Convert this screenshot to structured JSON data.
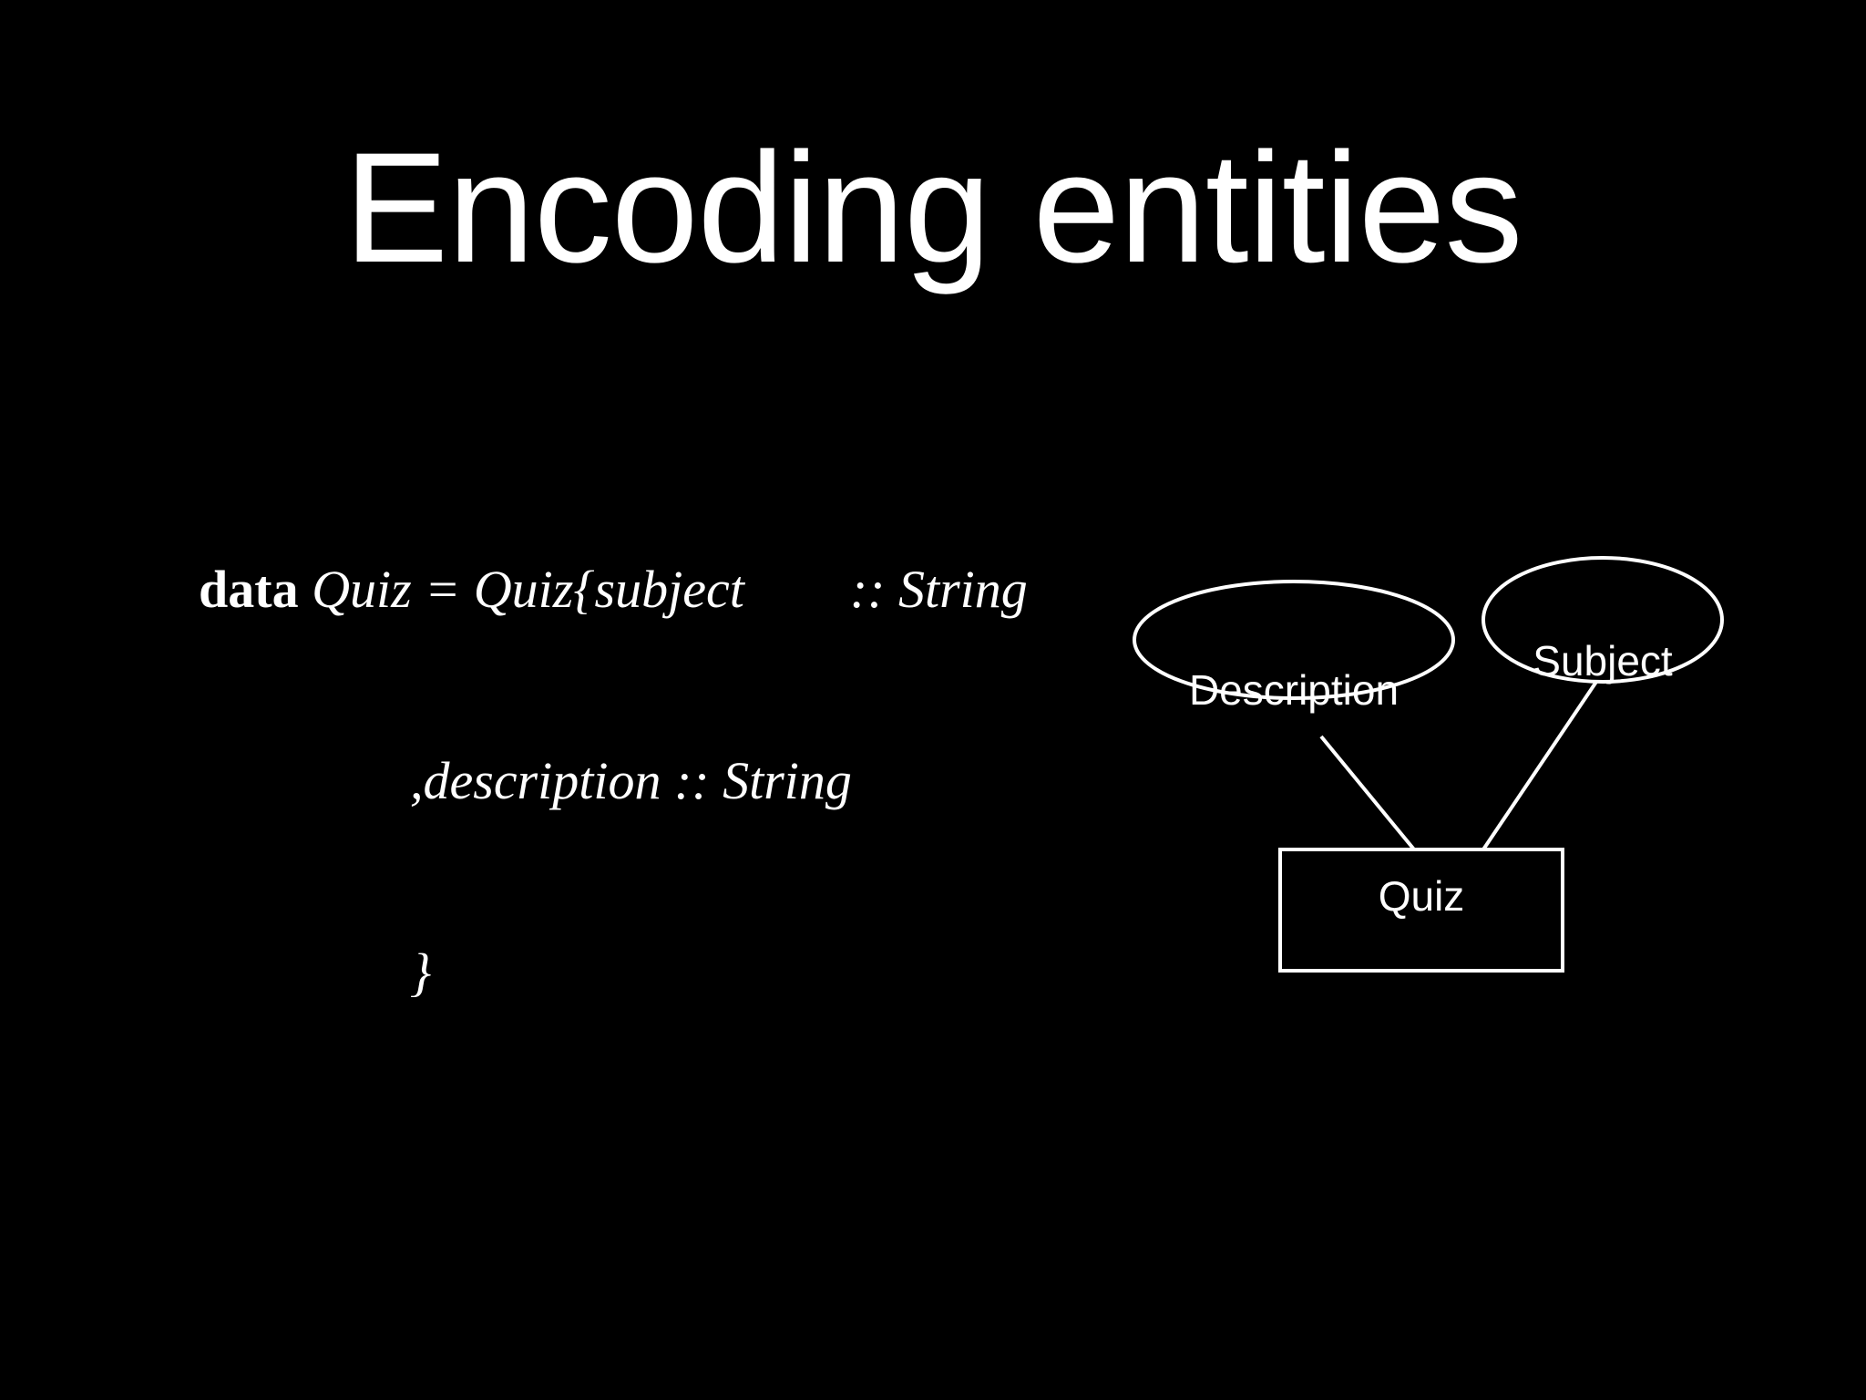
{
  "slide": {
    "background_color": "#000000",
    "text_color": "#ffffff",
    "title": "Encoding entities"
  },
  "code_block": {
    "language": "haskell",
    "keyword": "data",
    "lines": [
      {
        "keyword": "data",
        "rest": " Quiz = Quiz{subject",
        "gap": "        ",
        "signature": ":: String",
        "full_text": "data Quiz = Quiz{subject        :: String"
      },
      {
        "keyword": "",
        "rest": "                ,description",
        "gap": " ",
        "signature": ":: String",
        "full_text": "                ,description :: String"
      },
      {
        "keyword": "",
        "rest": "                }",
        "gap": "",
        "signature": "",
        "full_text": "                }"
      }
    ]
  },
  "er_diagram": {
    "stroke_color": "#ffffff",
    "entities": [
      {
        "name": "Quiz",
        "shape": "rectangle",
        "label": "Quiz"
      }
    ],
    "attributes": [
      {
        "name": "Description",
        "shape": "ellipse",
        "label": "Description",
        "connects_to": "Quiz"
      },
      {
        "name": "Subject",
        "shape": "ellipse",
        "label": "Subject",
        "connects_to": "Quiz"
      }
    ],
    "edges": [
      {
        "from": "Description",
        "to": "Quiz"
      },
      {
        "from": "Subject",
        "to": "Quiz"
      }
    ]
  }
}
